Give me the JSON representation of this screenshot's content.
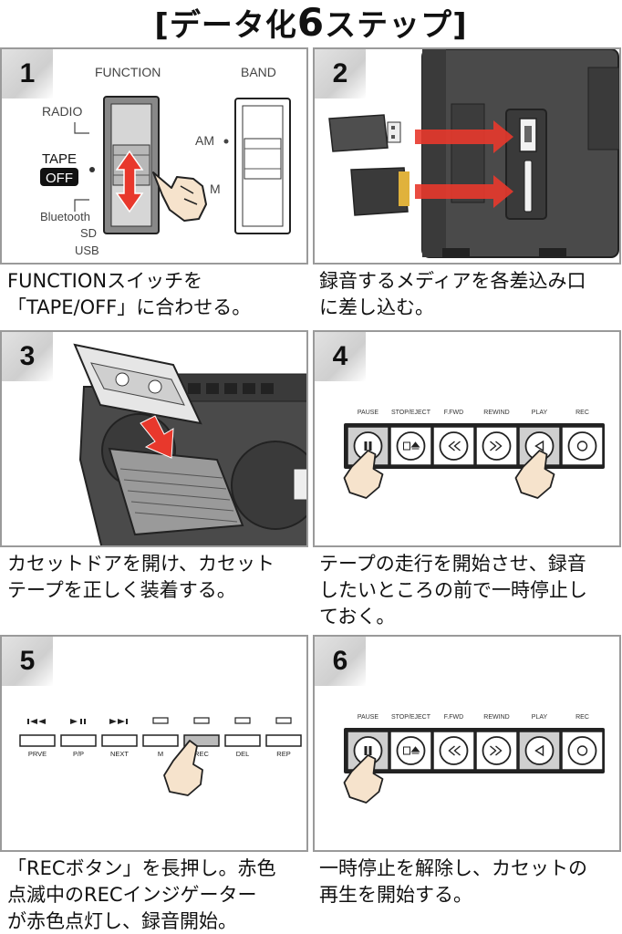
{
  "title": {
    "open": "[データ化",
    "number": "6",
    "close": "ステップ]"
  },
  "steps": [
    {
      "number": "1",
      "caption_line1": "FUNCTIONスイッチを",
      "caption_line2": "「TAPE/OFF」に合わせる。",
      "caption_line3": ""
    },
    {
      "number": "2",
      "caption_line1": "録音するメディアを各差込み口",
      "caption_line2": "に差し込む。",
      "caption_line3": ""
    },
    {
      "number": "3",
      "caption_line1": "カセットドアを開け、カセット",
      "caption_line2": "テープを正しく装着する。",
      "caption_line3": ""
    },
    {
      "number": "4",
      "caption_line1": "テープの走行を開始させ、録音",
      "caption_line2": "したいところの前で一時停止し",
      "caption_line3": "ておく。"
    },
    {
      "number": "5",
      "caption_line1": "「RECボタン」を長押し。赤色",
      "caption_line2": "点滅中のRECインジゲーター",
      "caption_line3": "が赤色点灯し、録音開始。"
    },
    {
      "number": "6",
      "caption_line1": "一時停止を解除し、カセットの",
      "caption_line2": "再生を開始する。",
      "caption_line3": ""
    }
  ],
  "panel1": {
    "function_label": "FUNCTION",
    "band_label": "BAND",
    "radio": "RADIO",
    "tape": "TAPE",
    "off": "OFF",
    "bluetooth": "Bluetooth",
    "sd": "SD",
    "usb": "USB",
    "am": "AM",
    "fm_partial": "M"
  },
  "deck_buttons": [
    "PAUSE",
    "STOP/EJECT",
    "F.FWD",
    "REWIND",
    "PLAY",
    "REC"
  ],
  "panel5_buttons": [
    "PRVE",
    "P/P",
    "NEXT",
    "M",
    "REC",
    "DEL",
    "REP"
  ],
  "colors": {
    "arrow_red": "#e8382c",
    "device": "#4a4a4a",
    "border": "#9a9a9a"
  }
}
